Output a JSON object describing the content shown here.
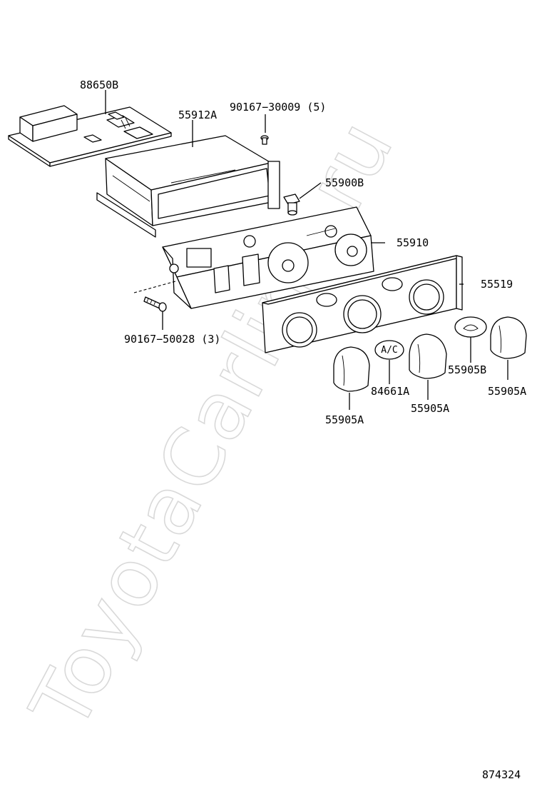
{
  "diagram": {
    "watermark": "ToyotaCarline.ru",
    "figure_number": "874324",
    "callouts": [
      {
        "id": "c-88650b",
        "label": "88650B"
      },
      {
        "id": "c-55912a",
        "label": "55912A"
      },
      {
        "id": "c-90167-30009",
        "label": "90167−30009 (5)"
      },
      {
        "id": "c-55900b",
        "label": "55900B"
      },
      {
        "id": "c-55910",
        "label": "55910"
      },
      {
        "id": "c-55519",
        "label": "55519"
      },
      {
        "id": "c-90167-50028",
        "label": "90167−50028 (3)"
      },
      {
        "id": "c-84661a",
        "label": "84661A"
      },
      {
        "id": "c-55905b",
        "label": "55905B"
      },
      {
        "id": "c-55905a-1",
        "label": "55905A"
      },
      {
        "id": "c-55905a-2",
        "label": "55905A"
      },
      {
        "id": "c-55905a-3",
        "label": "55905A"
      }
    ],
    "button_text": "A/C"
  }
}
